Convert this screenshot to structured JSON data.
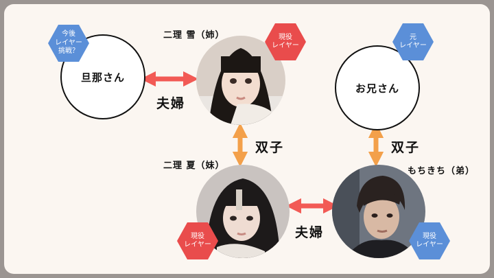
{
  "people": {
    "husband": {
      "label": "旦那さん"
    },
    "yuki": {
      "name": "二理 雪（姉）"
    },
    "brother": {
      "label": "お兄さん"
    },
    "natsu": {
      "name": "二理 夏（妹）"
    },
    "mochikichi": {
      "name": "もちきち（弟）"
    }
  },
  "badges": {
    "husband": [
      "今後",
      "レイヤー",
      "挑戦？"
    ],
    "yuki": [
      "現役",
      "レイヤー"
    ],
    "brother": [
      "元",
      "レイヤー"
    ],
    "natsu": [
      "現役",
      "レイヤー"
    ],
    "mochikichi": [
      "現役",
      "レイヤー"
    ]
  },
  "relations": {
    "couple_top": "夫婦",
    "twins_left": "双子",
    "twins_right": "双子",
    "couple_bottom": "夫婦"
  },
  "colors": {
    "red_arrow": "#f25a55",
    "orange_arrow": "#f3a04a",
    "badge_red": "#e94c4c",
    "badge_blue": "#5b8fd8"
  }
}
